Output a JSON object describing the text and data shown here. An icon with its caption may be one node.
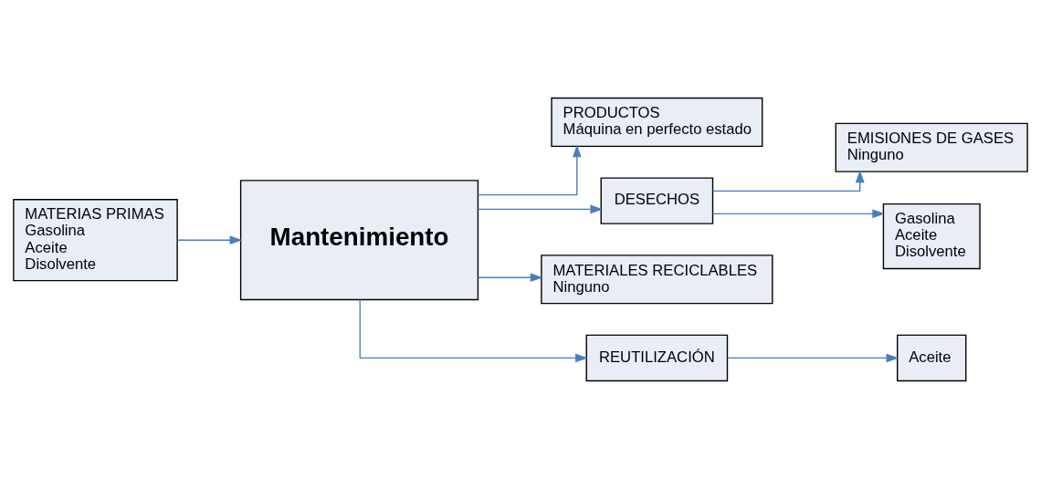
{
  "diagram": {
    "nodes": [
      {
        "text": [
          "MATERIAS PRIMAS",
          "Gasolina",
          "Aceite",
          "Disolvente"
        ]
      },
      {
        "text": [
          "PRODUCTOS",
          "Máquina en perfecto estado"
        ]
      },
      {
        "text": [
          "Mantenimiento"
        ]
      },
      {
        "text": [
          "EMISIONES DE GASES",
          "Ninguno"
        ]
      },
      {
        "text": [
          "DESECHOS"
        ]
      },
      {
        "text": [
          "Gasolina",
          "Aceite",
          "Disolvente"
        ]
      },
      {
        "text": [
          "MATERIALES RECICLABLES",
          "Ninguno"
        ]
      },
      {
        "text": [
          "REUTILIZACIÓN"
        ]
      },
      {
        "text": [
          "Aceite"
        ]
      }
    ],
    "edges": [
      {
        "from": 0,
        "to": 2,
        "arrow": "to"
      },
      {
        "from": 2,
        "to": 1,
        "arrow": "to"
      },
      {
        "from": 2,
        "to": 4,
        "arrow": "to"
      },
      {
        "from": 4,
        "to": 3,
        "arrow": "to"
      },
      {
        "from": 4,
        "to": 5,
        "arrow": "to"
      },
      {
        "from": 2,
        "to": 6,
        "arrow": "to"
      },
      {
        "from": 2,
        "to": 7,
        "arrow": "to"
      },
      {
        "from": 7,
        "to": 8,
        "arrow": "to"
      }
    ]
  }
}
